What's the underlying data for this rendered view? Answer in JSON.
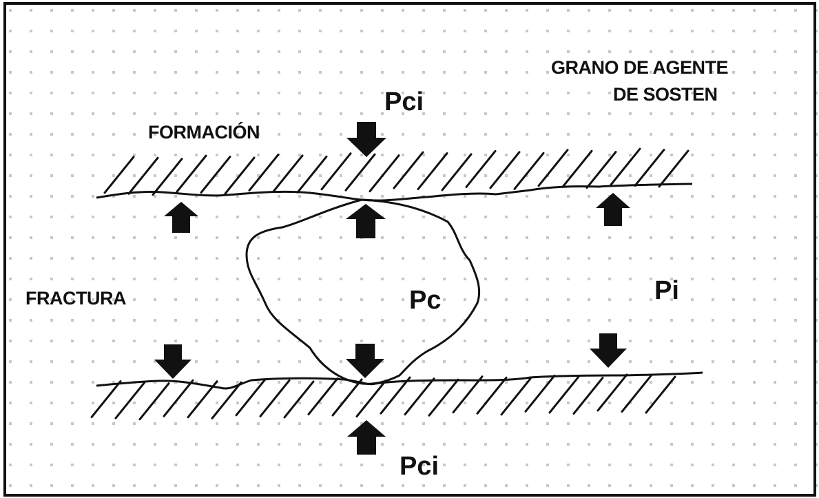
{
  "labels": {
    "grain": "GRANO DE AGENTE\nDE SOSTEN",
    "formation": "FORMACIÓN",
    "fracture": "FRACTURA",
    "pci_top": "Pci",
    "pci_bottom": "Pci",
    "pc": "Pc",
    "pi": "Pi"
  },
  "colors": {
    "ink": "#111111",
    "background": "#ffffff",
    "dot_pattern": "#c8c8c8",
    "frame": "#111111"
  },
  "icons": {
    "arrow_up": "up-arrow-icon",
    "arrow_down": "down-arrow-icon"
  }
}
